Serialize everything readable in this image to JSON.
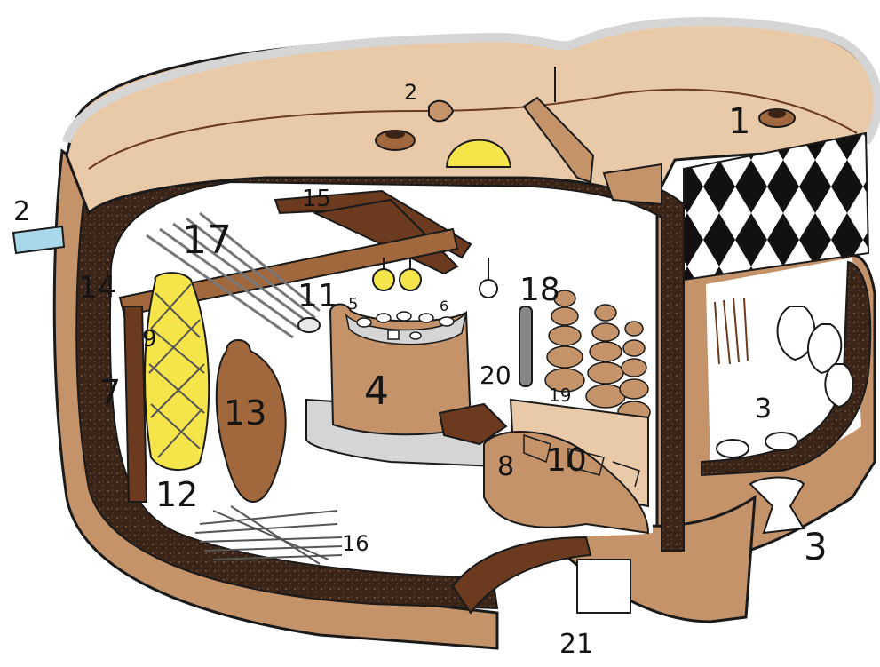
{
  "labels": {
    "n1": "1",
    "n2_roof": "2",
    "n2_wall": "2",
    "n3_room": "3",
    "n3_out": "3",
    "n4": "4",
    "n5": "5",
    "n6": "6",
    "n7": "7",
    "n8": "8",
    "n9": "9",
    "n10": "10",
    "n11": "11",
    "n12": "12",
    "n13": "13",
    "n14": "14",
    "n15": "15",
    "n16": "16",
    "n17": "17",
    "n18": "18",
    "n19": "19",
    "n20": "20",
    "n21": "21"
  },
  "colors": {
    "earth": "#c4936a",
    "earth_light": "#e8c9a8",
    "wall_dark": "#3a2418",
    "wood_dark": "#6b3a1f",
    "wood": "#a0683c",
    "plaster": "#d9d9d9",
    "yellow": "#f5e44a",
    "outline": "#1a1a1a"
  }
}
